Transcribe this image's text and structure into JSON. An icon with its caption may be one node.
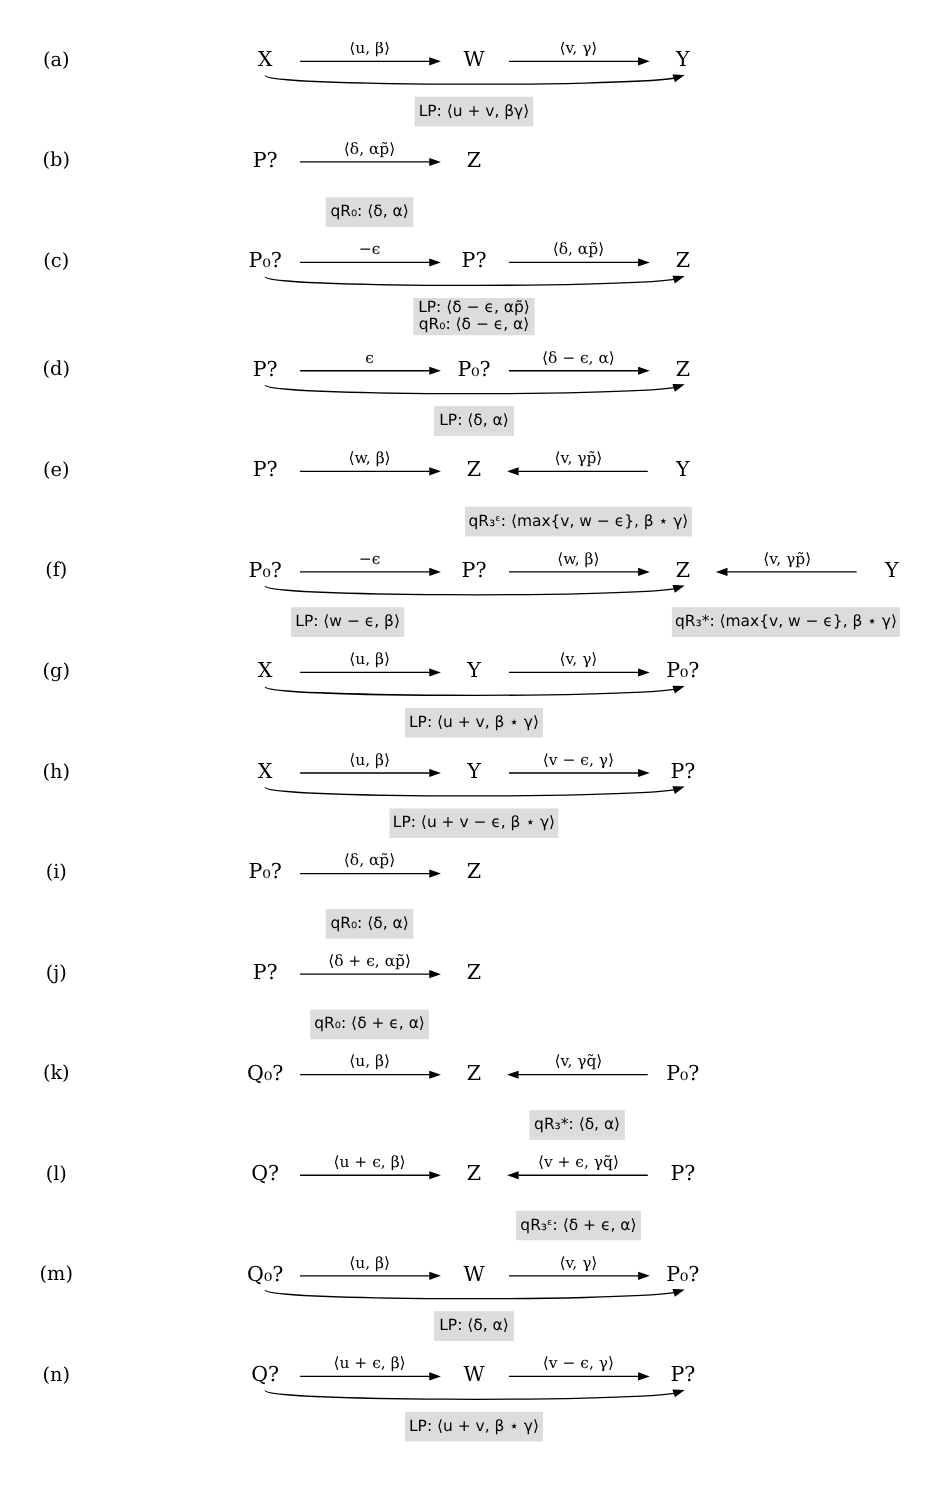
{
  "diagram": {
    "nodes": [
      {
        "text": [
          "X"
        ]
      },
      {
        "text": [
          "W"
        ]
      },
      {
        "text": [
          "Y"
        ]
      },
      {
        "text": [
          "LP: ⟨u + v, βγ⟩"
        ]
      },
      {
        "text": [
          "P?"
        ]
      },
      {
        "text": [
          "Z"
        ]
      },
      {
        "text": [
          "qR₀: ⟨δ, α⟩"
        ]
      },
      {
        "text": [
          "P₀?"
        ]
      },
      {
        "text": [
          "P?"
        ]
      },
      {
        "text": [
          "Z"
        ]
      },
      {
        "text": [
          "LP: ⟨δ − ϵ, αp̃⟩",
          "qR₀: ⟨δ − ϵ, α⟩"
        ]
      },
      {
        "text": [
          "P?"
        ]
      },
      {
        "text": [
          "P₀?"
        ]
      },
      {
        "text": [
          "Z"
        ]
      },
      {
        "text": [
          "LP: ⟨δ, α⟩"
        ]
      },
      {
        "text": [
          "P?"
        ]
      },
      {
        "text": [
          "Z"
        ]
      },
      {
        "text": [
          "Y"
        ]
      },
      {
        "text": [
          "qR₃ᵋ: ⟨max{v, w − ϵ}, β ⋆ γ⟩"
        ]
      },
      {
        "text": [
          "P₀?"
        ]
      },
      {
        "text": [
          "P?"
        ]
      },
      {
        "text": [
          "Z"
        ]
      },
      {
        "text": [
          "Y"
        ]
      },
      {
        "text": [
          "LP: ⟨w − ϵ, β⟩"
        ]
      },
      {
        "text": [
          "qR₃*: ⟨max{v, w − ϵ}, β ⋆ γ⟩"
        ]
      },
      {
        "text": [
          "X"
        ]
      },
      {
        "text": [
          "Y"
        ]
      },
      {
        "text": [
          "P₀?"
        ]
      },
      {
        "text": [
          "LP: ⟨u + v, β ⋆ γ⟩"
        ]
      },
      {
        "text": [
          "X"
        ]
      },
      {
        "text": [
          "Y"
        ]
      },
      {
        "text": [
          "P?"
        ]
      },
      {
        "text": [
          "LP: ⟨u + v − ϵ, β ⋆ γ⟩"
        ]
      },
      {
        "text": [
          "P₀?"
        ]
      },
      {
        "text": [
          "Z"
        ]
      },
      {
        "text": [
          "qR₀: ⟨δ, α⟩"
        ]
      },
      {
        "text": [
          "P?"
        ]
      },
      {
        "text": [
          "Z"
        ]
      },
      {
        "text": [
          "qR₀: ⟨δ + ϵ, α⟩"
        ]
      },
      {
        "text": [
          "Q₀?"
        ]
      },
      {
        "text": [
          "Z"
        ]
      },
      {
        "text": [
          "P₀?"
        ]
      },
      {
        "text": [
          "qR₃*: ⟨δ, α⟩"
        ]
      },
      {
        "text": [
          "Q?"
        ]
      },
      {
        "text": [
          "Z"
        ]
      },
      {
        "text": [
          "P?"
        ]
      },
      {
        "text": [
          "qR₃ᵋ: ⟨δ + ϵ, α⟩"
        ]
      },
      {
        "text": [
          "Q₀?"
        ]
      },
      {
        "text": [
          "W"
        ]
      },
      {
        "text": [
          "P₀?"
        ]
      },
      {
        "text": [
          "LP: ⟨δ, α⟩"
        ]
      },
      {
        "text": [
          "Q?"
        ]
      },
      {
        "text": [
          "W"
        ]
      },
      {
        "text": [
          "P?"
        ]
      },
      {
        "text": [
          "LP: ⟨u + v, β ⋆ γ⟩"
        ]
      }
    ],
    "edges": [
      {
        "from": 0,
        "to": 1,
        "arrow": "to",
        "label": "⟨u, β⟩"
      },
      {
        "from": 1,
        "to": 2,
        "arrow": "to",
        "label": "⟨v, γ⟩"
      },
      {
        "from": 0,
        "to": 2,
        "arrow": "to"
      },
      {
        "from": 4,
        "to": 5,
        "arrow": "to",
        "label": "⟨δ, αp̃⟩"
      },
      {
        "from": 7,
        "to": 8,
        "arrow": "to",
        "label": "−ϵ"
      },
      {
        "from": 8,
        "to": 9,
        "arrow": "to",
        "label": "⟨δ, αp̃⟩"
      },
      {
        "from": 7,
        "to": 9,
        "arrow": "to"
      },
      {
        "from": 11,
        "to": 12,
        "arrow": "to",
        "label": "ϵ"
      },
      {
        "from": 12,
        "to": 13,
        "arrow": "to",
        "label": "⟨δ − ϵ, α⟩"
      },
      {
        "from": 11,
        "to": 13,
        "arrow": "to"
      },
      {
        "from": 15,
        "to": 16,
        "arrow": "to",
        "label": "⟨w, β⟩"
      },
      {
        "from": 17,
        "to": 16,
        "arrow": "to",
        "label": "⟨v, γp̃⟩"
      },
      {
        "from": 19,
        "to": 20,
        "arrow": "to",
        "label": "−ϵ"
      },
      {
        "from": 20,
        "to": 21,
        "arrow": "to",
        "label": "⟨w, β⟩"
      },
      {
        "from": 19,
        "to": 21,
        "arrow": "to"
      },
      {
        "from": 22,
        "to": 21,
        "arrow": "to",
        "label": "⟨v, γp̃⟩"
      },
      {
        "from": 25,
        "to": 26,
        "arrow": "to",
        "label": "⟨u, β⟩"
      },
      {
        "from": 26,
        "to": 27,
        "arrow": "to",
        "label": "⟨v, γ⟩"
      },
      {
        "from": 25,
        "to": 27,
        "arrow": "to"
      },
      {
        "from": 29,
        "to": 30,
        "arrow": "to",
        "label": "⟨u, β⟩"
      },
      {
        "from": 30,
        "to": 31,
        "arrow": "to",
        "label": "⟨v − ϵ, γ⟩"
      },
      {
        "from": 29,
        "to": 31,
        "arrow": "to"
      },
      {
        "from": 33,
        "to": 34,
        "arrow": "to",
        "label": "⟨δ, αp̃⟩"
      },
      {
        "from": 36,
        "to": 37,
        "arrow": "to",
        "label": "⟨δ + ϵ, αp̃⟩"
      },
      {
        "from": 39,
        "to": 40,
        "arrow": "to",
        "label": "⟨u, β⟩"
      },
      {
        "from": 41,
        "to": 40,
        "arrow": "to",
        "label": "⟨v, γq̃⟩"
      },
      {
        "from": 43,
        "to": 44,
        "arrow": "to",
        "label": "⟨u + ϵ, β⟩"
      },
      {
        "from": 45,
        "to": 44,
        "arrow": "to",
        "label": "⟨v + ϵ, γq̃⟩"
      },
      {
        "from": 47,
        "to": 48,
        "arrow": "to",
        "label": "⟨u, β⟩"
      },
      {
        "from": 48,
        "to": 49,
        "arrow": "to",
        "label": "⟨v, γ⟩"
      },
      {
        "from": 47,
        "to": 49,
        "arrow": "to"
      },
      {
        "from": 51,
        "to": 52,
        "arrow": "to",
        "label": "⟨u + ϵ, β⟩"
      },
      {
        "from": 52,
        "to": 53,
        "arrow": "to",
        "label": "⟨v − ϵ, γ⟩"
      },
      {
        "from": 51,
        "to": 53,
        "arrow": "to"
      }
    ],
    "labels": [
      "(a)",
      "(b)",
      "(c)",
      "(d)",
      "(e)",
      "(f)",
      "(g)",
      "(h)",
      "(i)",
      "(j)",
      "(k)",
      "(l)",
      "(m)",
      "(n)"
    ]
  }
}
